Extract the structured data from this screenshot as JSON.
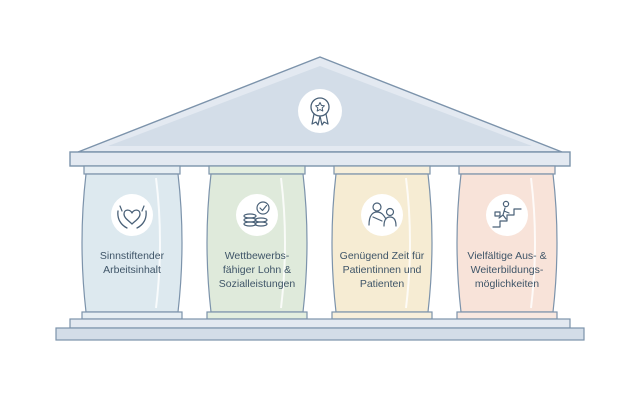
{
  "colors": {
    "roof": "#e3e9f1",
    "roof_inner": "#d3dde8",
    "outline": "#7c93ab",
    "column_1": "#dde9ef",
    "column_2": "#dfeadb",
    "column_3": "#f6ecd3",
    "column_4": "#f8e3d9",
    "icon_stroke": "#4a6178",
    "text": "#3f5568"
  },
  "pediment": {
    "icon": "award-badge-icon"
  },
  "pillars": [
    {
      "icon": "heart-hands-icon",
      "label": "Sinnstiftender\nArbeitsinhalt"
    },
    {
      "icon": "coins-check-icon",
      "label": "Wettbewerbs-\nfähiger Lohn &\nSozialleistungen"
    },
    {
      "icon": "care-patient-icon",
      "label": "Genügend Zeit für\nPatientinnen und\nPatienten"
    },
    {
      "icon": "career-stairs-icon",
      "label": "Vielfältige Aus- &\nWeiterbildungs-\nmöglichkeiten"
    }
  ]
}
